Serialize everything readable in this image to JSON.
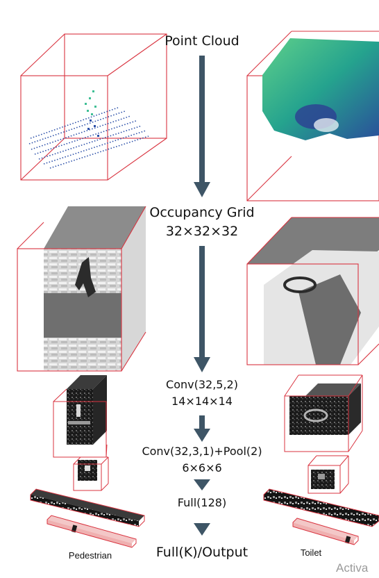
{
  "labels": {
    "point_cloud": "Point Cloud",
    "occupancy_grid": "Occupancy Grid",
    "grid_dims": "32×32×32",
    "conv1": "Conv(32,5,2)",
    "conv1_dims": "14×14×14",
    "conv2": "Conv(32,3,1)+Pool(2)",
    "conv2_dims": "6×6×6",
    "full": "Full(128)",
    "output": "Full(K)/Output",
    "class_left": "Pedestrian",
    "class_right": "Toilet",
    "watermark": "Activa"
  },
  "colors": {
    "cube_edge": "#d9333f",
    "arrow": "#3e5566",
    "points_blue": "#2b4fa8",
    "points_green": "#3fbf95",
    "grid_light": "#e6e6e6",
    "grid_dark": "#7a7a7a"
  }
}
